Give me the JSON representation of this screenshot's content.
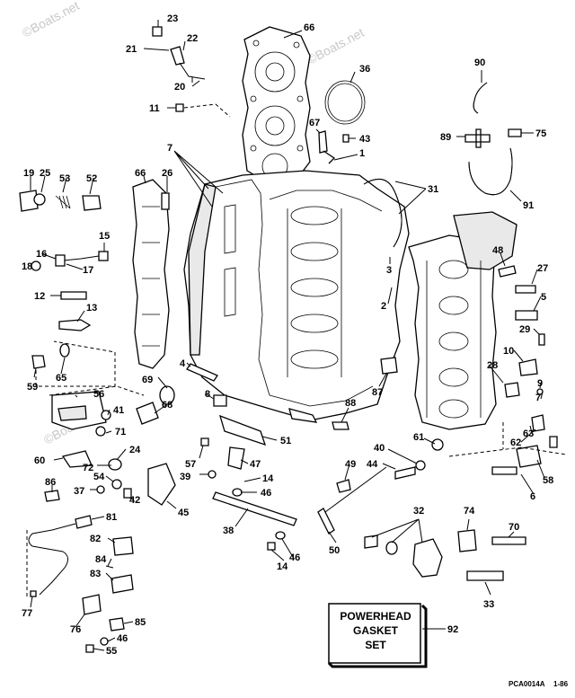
{
  "watermarks": [
    "©Boats.net",
    "©Boats.net",
    "©Boats.net"
  ],
  "callouts": [
    "23",
    "21",
    "22",
    "20",
    "11",
    "66",
    "36",
    "90",
    "67",
    "43",
    "1",
    "89",
    "75",
    "7",
    "91",
    "31",
    "19",
    "25",
    "53",
    "52",
    "66",
    "26",
    "15",
    "16",
    "18",
    "17",
    "3",
    "48",
    "27",
    "12",
    "5",
    "2",
    "13",
    "29",
    "10",
    "4",
    "28",
    "65",
    "69",
    "8",
    "9",
    "59",
    "88",
    "87",
    "56",
    "68",
    "7",
    "41",
    "71",
    "24",
    "51",
    "61",
    "63",
    "40",
    "62",
    "60",
    "72",
    "57",
    "47",
    "49",
    "44",
    "58",
    "6",
    "86",
    "54",
    "39",
    "14",
    "46",
    "37",
    "42",
    "45",
    "32",
    "74",
    "81",
    "38",
    "70",
    "82",
    "84",
    "46",
    "50",
    "83",
    "14",
    "33",
    "77",
    "76",
    "85",
    "46",
    "55",
    "92"
  ],
  "gasket_box": {
    "line1": "POWERHEAD",
    "line2": "GASKET",
    "line3": "SET"
  },
  "footer": {
    "code": "PCA0014A",
    "date": "1-86"
  }
}
